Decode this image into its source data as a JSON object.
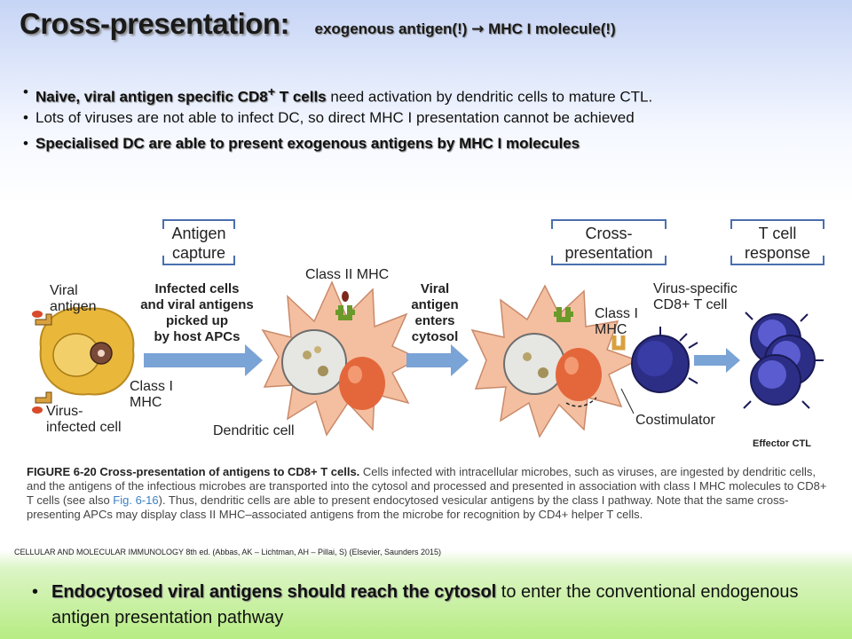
{
  "title": {
    "main": "Cross-presentation:",
    "sub_part1": "exogenous antigen(!)",
    "arrow": "→",
    "sub_part2": "MHC I molecule(!)"
  },
  "bullets": [
    {
      "bold": "Naive, viral antigen specific CD8",
      "sup": "+",
      "bold_tail": " T cells",
      "rest": " need activation by dendritic cells to mature CTL."
    },
    {
      "bold": "",
      "sup": "",
      "bold_tail": "",
      "rest": "Lots of viruses are not able to infect DC, so direct MHC I presentation cannot be achieved"
    },
    {
      "bold": "Specialised DC are able to present exogenous antigens by MHC I molecules",
      "sup": "",
      "bold_tail": "",
      "rest": ""
    }
  ],
  "bullet_char": "•",
  "diagram": {
    "box_antigen_capture": [
      "Antigen",
      "capture"
    ],
    "box_cross_presentation": [
      "Cross-",
      "presentation"
    ],
    "box_t_cell_response": [
      "T cell",
      "response"
    ],
    "viral_antigen": [
      "Viral",
      "antigen"
    ],
    "class_i_mhc_left": [
      "Class I",
      "MHC"
    ],
    "virus_infected_cell": [
      "Virus-",
      "infected cell"
    ],
    "infected_cells_text": [
      "Infected cells",
      "and viral antigens",
      "picked up",
      "by host APCs"
    ],
    "class_ii_mhc": "Class II MHC",
    "dendritic_cell": "Dendritic cell",
    "viral_enters": [
      "Viral",
      "antigen",
      "enters",
      "cytosol"
    ],
    "class_i_mhc_right": [
      "Class I",
      "MHC"
    ],
    "virus_specific": [
      "Virus-specific",
      "CD8+ T cell"
    ],
    "costimulator": "Costimulator"
  },
  "effector_ctl": "Effector CTL",
  "caption": {
    "figure": "FIGURE 6-20",
    "heading": " Cross-presentation of antigens to CD8+ T cells.",
    "text1": " Cells infected with intracellular microbes, such as viruses, are ingested by dendritic cells, and the antigens of the infectious microbes are transported into the cytosol and processed and presented in association with class I MHC molecules to CD8+ T cells (see also ",
    "link": "Fig. 6-16",
    "text2": "). Thus, dendritic cells are able to present endocytosed vesicular antigens by the class I pathway. Note that the same cross-presenting APCs may display class II MHC–associated antigens from the microbe for recognition by CD4+ helper T cells."
  },
  "citation": "CELLULAR AND MOLECULAR IMMUNOLOGY 8th ed. (Abbas, AK – Lichtman, AH – Pillai, S) (Elsevier, Saunders 2015)",
  "bottom": {
    "bold": "Endocytosed viral antigens should reach the cytosol",
    "rest": " to enter the conventional endogenous antigen presentation pathway"
  },
  "colors": {
    "arrow_blue": "#7aa3d6",
    "infected_cell": "#e9b73a",
    "dendritic_cell": "#f4bfa0",
    "nucleus": "#e4673c",
    "t_cell": "#2c2e86",
    "bottom_band": "#b7ec83"
  }
}
